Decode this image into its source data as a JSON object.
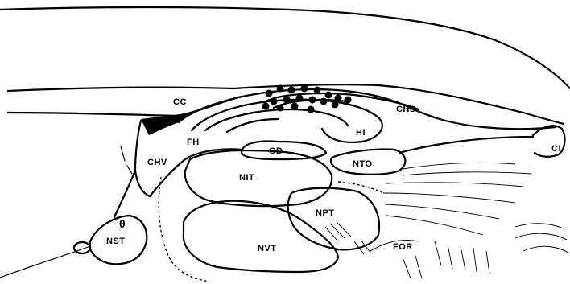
{
  "labels": {
    "cc": "CC",
    "chd": "CHD",
    "hi": "HI",
    "fh": "FH",
    "gd": "GD",
    "chv": "CHV",
    "nit": "NIT",
    "nto": "NTO",
    "ci": "CI",
    "npt": "NPT",
    "nvt": "NVT",
    "for": "FOR",
    "nst": "NST",
    "theta": "θ"
  },
  "colors": {
    "ink": "#000000",
    "paper": "#ffffff"
  }
}
